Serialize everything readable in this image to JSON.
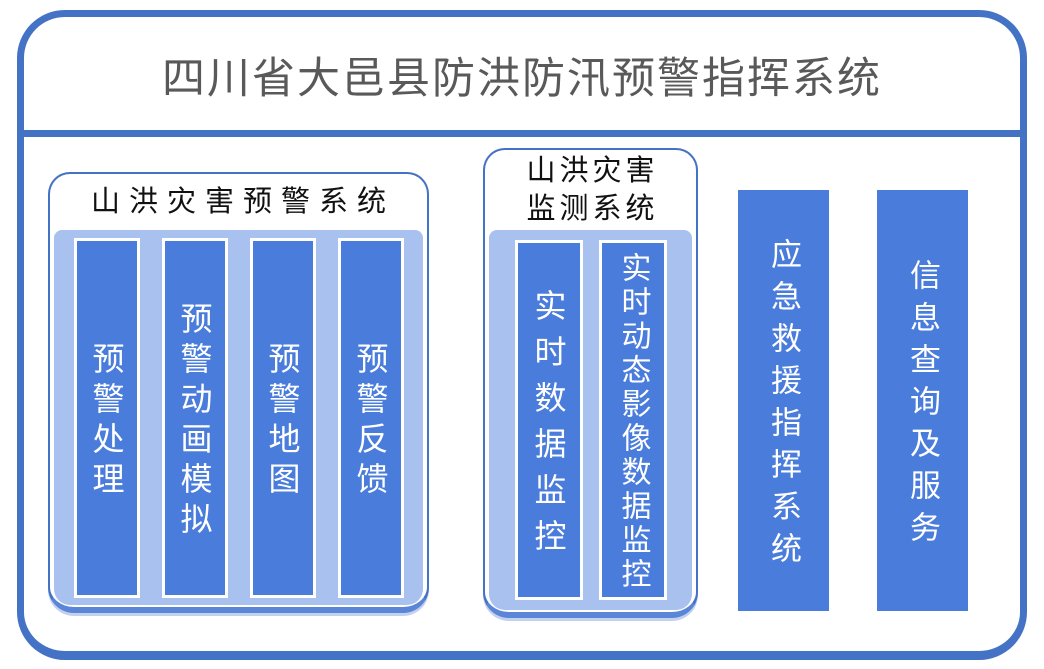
{
  "title": "四川省大邑县防洪防汛预警指挥系统",
  "colors": {
    "accent": "#4472C4",
    "bar_fill": "#4A7CDB",
    "panel_fill": "#A9C1EE",
    "title_text": "#595959",
    "bar_text": "#FFFFFF"
  },
  "groups": [
    {
      "title": "山洪灾害预警系统",
      "bars": [
        "预警处理",
        "预警动画模拟",
        "预警地图",
        "预警反馈"
      ]
    },
    {
      "title": "山洪灾害监测系统",
      "bars": [
        "实时数据监控",
        "实时动态影像数据监控"
      ]
    }
  ],
  "standalone_bars": [
    "应急救援指挥系统",
    "信息查询及服务"
  ]
}
